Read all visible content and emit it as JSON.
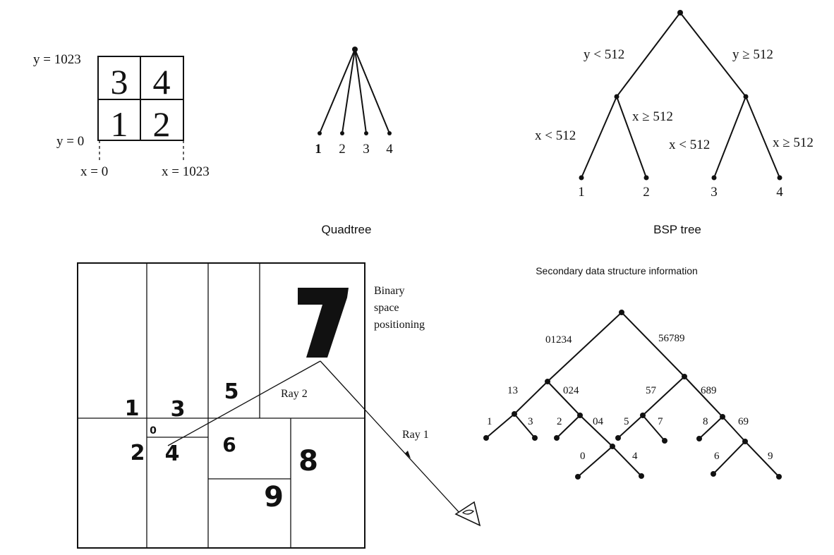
{
  "grid_panel": {
    "y_top": "y = 1023",
    "y_bottom": "y = 0",
    "x_left": "x = 0",
    "x_right": "x = 1023",
    "cells": [
      "3",
      "4",
      "1",
      "2"
    ]
  },
  "quadtree": {
    "leaves": [
      "1",
      "2",
      "3",
      "4"
    ],
    "caption": "Quadtree"
  },
  "bsp_tree": {
    "root_left": "y < 512",
    "root_right": "y ≥ 512",
    "left_left": "x < 512",
    "left_right": "x ≥ 512",
    "right_left": "x < 512",
    "right_right": "x ≥ 512",
    "leaves": [
      "1",
      "2",
      "3",
      "4"
    ],
    "caption": "BSP tree"
  },
  "space_panel": {
    "label_line1": "Binary",
    "label_line2": "space",
    "label_line3": "positioning",
    "regions": [
      "1",
      "3",
      "5",
      "7",
      "0",
      "2",
      "4",
      "6",
      "8",
      "9"
    ],
    "ray1": "Ray 1",
    "ray2": "Ray 2"
  },
  "secondary_tree": {
    "title": "Secondary data structure information",
    "root_left": "01234",
    "root_right": "56789",
    "l_left": "13",
    "l_right": "024",
    "r_left": "57",
    "r_right": "689",
    "leaf_1": "1",
    "leaf_3": "3",
    "leaf_2": "2",
    "node_04": "04",
    "leaf_5": "5",
    "leaf_7": "7",
    "leaf_8": "8",
    "node_69": "69",
    "leaf_0": "0",
    "leaf_4": "4",
    "leaf_6": "6",
    "leaf_9": "9"
  }
}
